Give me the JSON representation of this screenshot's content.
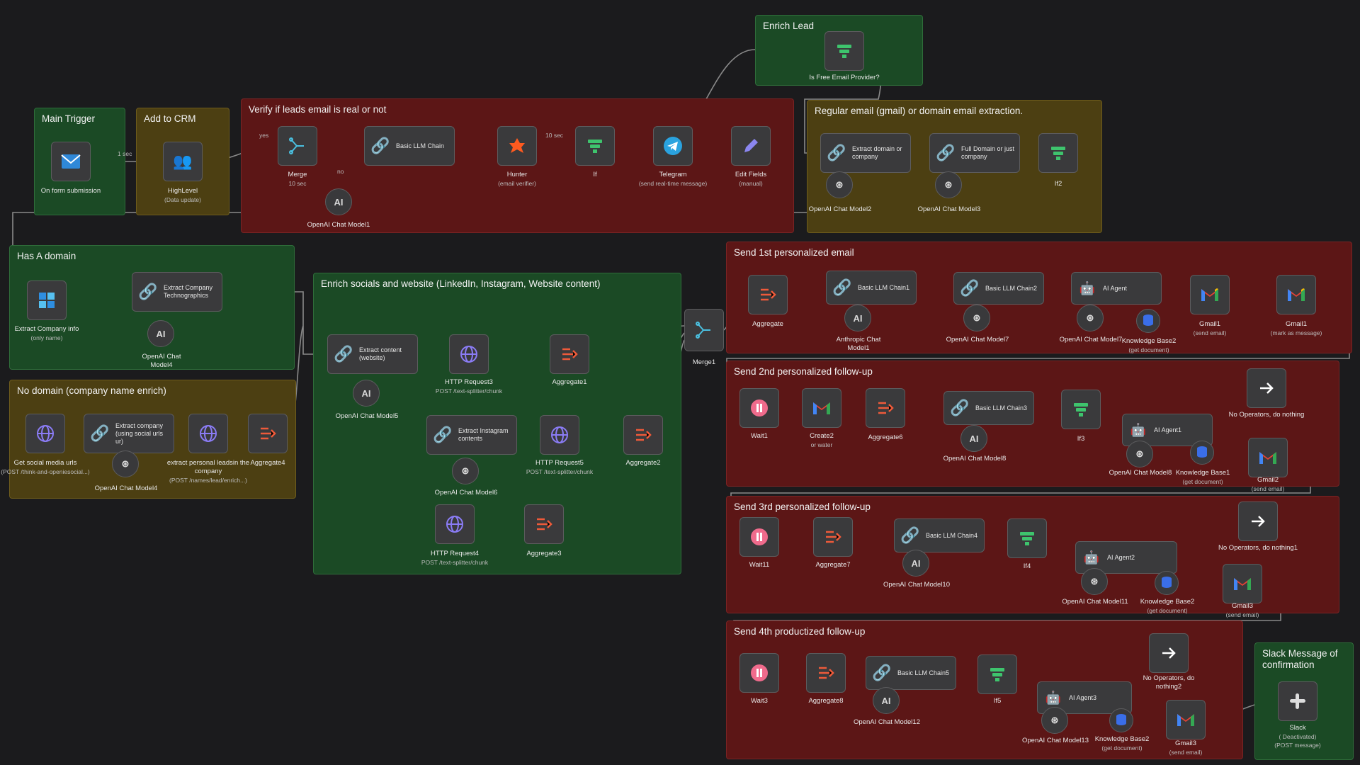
{
  "canvas": {
    "background": "#1b1b1d"
  },
  "colors": {
    "green_group": "#1b4a25",
    "red_group": "#5c1616",
    "yellow_group": "#4c3f12"
  },
  "groups": {
    "enrich_lead": "Enrich Lead",
    "main_trigger": "Main Trigger",
    "add_to_crm": "Add to CRM",
    "verify": "Verify if leads email is real or not",
    "regular_email": "Regular email (gmail) or domain email extraction.",
    "has_domain": "Has A domain",
    "enrich_socials": "Enrich socials and website (LinkedIn, Instagram, Website content)",
    "no_domain": "No domain (company name enrich)",
    "send1": "Send 1st personalized email",
    "send2": "Send 2nd personalized follow-up",
    "send3": "Send 3rd personalized follow-up",
    "send4": "Send 4th productized follow-up",
    "slack_group": "Slack Message of confirmation"
  },
  "edge_labels": {
    "one_sec": "1 sec",
    "ten_sec": "10 sec",
    "yes": "yes",
    "no": "no"
  },
  "nodes": {
    "free_email": {
      "label": "Is Free Email Provider?",
      "icon": "filter-icon"
    },
    "on_form": {
      "label": "On form submission",
      "icon": "mail-icon"
    },
    "highlevel": {
      "label": "HighLevel",
      "sub": "(Data update)",
      "icon": "people-icon"
    },
    "merge": {
      "label": "Merge",
      "sub": "10 sec",
      "icon": "merge-icon"
    },
    "basic_llm": {
      "label": "Basic LLM Chain",
      "icon": "link-icon"
    },
    "hunter": {
      "label": "Hunter",
      "sub": "(email verifier)",
      "icon": "hunter-icon"
    },
    "if": {
      "label": "If",
      "icon": "filter-icon"
    },
    "telegram": {
      "label": "Telegram",
      "sub": "(send real-time message)",
      "icon": "telegram-icon"
    },
    "edit_fields": {
      "label": "Edit Fields",
      "sub": "(manual)",
      "icon": "pencil-icon"
    },
    "openai1": {
      "label": "OpenAI Chat Model1",
      "icon": "ai-icon"
    },
    "extract_domain": {
      "label": "Extract domain or company",
      "icon": "link-icon"
    },
    "full_domain": {
      "label": "Full Domain or just company",
      "icon": "link-icon"
    },
    "if2": {
      "label": "If2",
      "icon": "filter-icon"
    },
    "openai2": {
      "label": "OpenAI Chat Model2",
      "icon": "openai-icon"
    },
    "openai3": {
      "label": "OpenAI Chat Model3",
      "icon": "openai-icon"
    },
    "extract_company_info": {
      "label": "Extract Company info",
      "sub": "(only name)",
      "icon": "puzzle-icon"
    },
    "extract_tech": {
      "label": "Extract Company Technographics",
      "icon": "link-icon"
    },
    "openai4_top": {
      "label": "OpenAI Chat Model4",
      "icon": "ai-icon"
    },
    "extract_content": {
      "label": "Extract content (website)",
      "icon": "link-icon"
    },
    "http3": {
      "label": "HTTP Request3",
      "sub": "POST /text-splitter/chunk",
      "icon": "globe-icon"
    },
    "aggregate1": {
      "label": "Aggregate1",
      "icon": "aggregate-icon"
    },
    "openai5": {
      "label": "OpenAI Chat Model5",
      "icon": "ai-icon"
    },
    "extract_instagram": {
      "label": "Extract Instagram contents",
      "icon": "link-icon"
    },
    "http5": {
      "label": "HTTP Request5",
      "sub": "POST /text-splitter/chunk",
      "icon": "globe-icon"
    },
    "aggregate2": {
      "label": "Aggregate2",
      "icon": "aggregate-icon"
    },
    "openai6": {
      "label": "OpenAI Chat Model6",
      "icon": "openai-icon"
    },
    "http4": {
      "label": "HTTP Request4",
      "sub": "POST /text-splitter/chunk",
      "icon": "globe-icon"
    },
    "aggregate3": {
      "label": "Aggregate3",
      "icon": "aggregate-icon"
    },
    "merge1": {
      "label": "Merge1",
      "icon": "merge-icon"
    },
    "get_social": {
      "label": "Get social media urls",
      "sub": "(POST /think-and-openiesocial...)",
      "icon": "globe-icon"
    },
    "extract_company_social": {
      "label": "Extract company (using social urls ur)",
      "icon": "link-icon"
    },
    "extract_personal": {
      "label": "extract personal leadsin the company",
      "sub": "(POST /names/lead/enrich...)",
      "icon": "globe-icon"
    },
    "aggregate4": {
      "label": "Aggregate4",
      "icon": "aggregate-icon"
    },
    "openai4_bottom": {
      "label": "OpenAI Chat Model4",
      "icon": "openai-icon"
    },
    "aggregate": {
      "label": "Aggregate",
      "icon": "aggregate-icon"
    },
    "basic_llm1": {
      "label": "Basic LLM Chain1",
      "icon": "link-icon"
    },
    "anthropic1": {
      "label": "Anthropic Chat Model1",
      "icon": "ai-icon"
    },
    "basic_llm2": {
      "label": "Basic LLM Chain2",
      "icon": "link-icon"
    },
    "openai7": {
      "label": "OpenAI Chat Model7",
      "icon": "openai-icon"
    },
    "ai_agent": {
      "label": "AI Agent",
      "icon": "robot-icon"
    },
    "openai7b": {
      "label": "OpenAI Chat Model7",
      "icon": "openai-icon"
    },
    "kb2_top": {
      "label": "Knowledge Base2",
      "sub": "(get document)",
      "icon": "database-icon"
    },
    "gmail1a": {
      "label": "Gmail1",
      "sub": "(send email)",
      "icon": "gmail-icon"
    },
    "gmail1b": {
      "label": "Gmail1",
      "sub": "(mark as message)",
      "icon": "gmail-icon"
    },
    "wait1": {
      "label": "Wait1",
      "icon": "pause-icon"
    },
    "create2": {
      "label": "Create2",
      "sub": "or water",
      "icon": "gmail-icon"
    },
    "aggregate6": {
      "label": "Aggregate6",
      "icon": "aggregate-icon"
    },
    "basic_llm3": {
      "label": "Basic LLM Chain3",
      "icon": "link-icon"
    },
    "openai8": {
      "label": "OpenAI Chat Model8",
      "icon": "ai-icon"
    },
    "if3": {
      "label": "If3",
      "icon": "filter-icon"
    },
    "ai_agent1": {
      "label": "AI Agent1",
      "icon": "robot-icon"
    },
    "openai8b": {
      "label": "OpenAI Chat Model8",
      "icon": "openai-icon"
    },
    "kb1": {
      "label": "Knowledge Base1",
      "sub": "(get document)",
      "icon": "database-icon"
    },
    "gmail2": {
      "label": "Gmail2",
      "sub": "(send email)",
      "icon": "gmail-icon"
    },
    "noop1": {
      "label": "No Operators, do nothing",
      "icon": "arrow-icon"
    },
    "wait11": {
      "label": "Wait11",
      "icon": "pause-icon"
    },
    "aggregate7": {
      "label": "Aggregate7",
      "icon": "aggregate-icon"
    },
    "basic_llm4": {
      "label": "Basic LLM Chain4",
      "icon": "link-icon"
    },
    "openai10": {
      "label": "OpenAI Chat Model10",
      "icon": "ai-icon"
    },
    "if4": {
      "label": "If4",
      "icon": "filter-icon"
    },
    "ai_agent2": {
      "label": "AI Agent2",
      "icon": "robot-icon"
    },
    "openai11": {
      "label": "OpenAI Chat Model11",
      "icon": "openai-icon"
    },
    "kb2_mid": {
      "label": "Knowledge Base2",
      "sub": "(get document)",
      "icon": "database-icon"
    },
    "gmail3a": {
      "label": "Gmail3",
      "sub": "(send email)",
      "icon": "gmail-icon"
    },
    "noop2": {
      "label": "No Operators, do nothing1",
      "icon": "arrow-icon"
    },
    "wait3": {
      "label": "Wait3",
      "icon": "pause-icon"
    },
    "aggregate8": {
      "label": "Aggregate8",
      "icon": "aggregate-icon"
    },
    "basic_llm5": {
      "label": "Basic LLM Chain5",
      "icon": "link-icon"
    },
    "openai12": {
      "label": "OpenAI Chat Model12",
      "icon": "ai-icon"
    },
    "if5": {
      "label": "If5",
      "icon": "filter-icon"
    },
    "ai_agent3": {
      "label": "AI Agent3",
      "icon": "robot-icon"
    },
    "openai13": {
      "label": "OpenAI Chat Model13",
      "icon": "openai-icon"
    },
    "kb2_bot": {
      "label": "Knowledge Base2",
      "sub": "(get document)",
      "icon": "database-icon"
    },
    "gmail3b": {
      "label": "Gmail3",
      "sub": "(send email)",
      "icon": "gmail-icon"
    },
    "noop3": {
      "label": "No Operators, do nothing2",
      "icon": "arrow-icon"
    },
    "slack": {
      "label": "Slack",
      "sub": "( Deactivated)",
      "sub2": "(POST message)",
      "icon": "slack-icon"
    }
  }
}
